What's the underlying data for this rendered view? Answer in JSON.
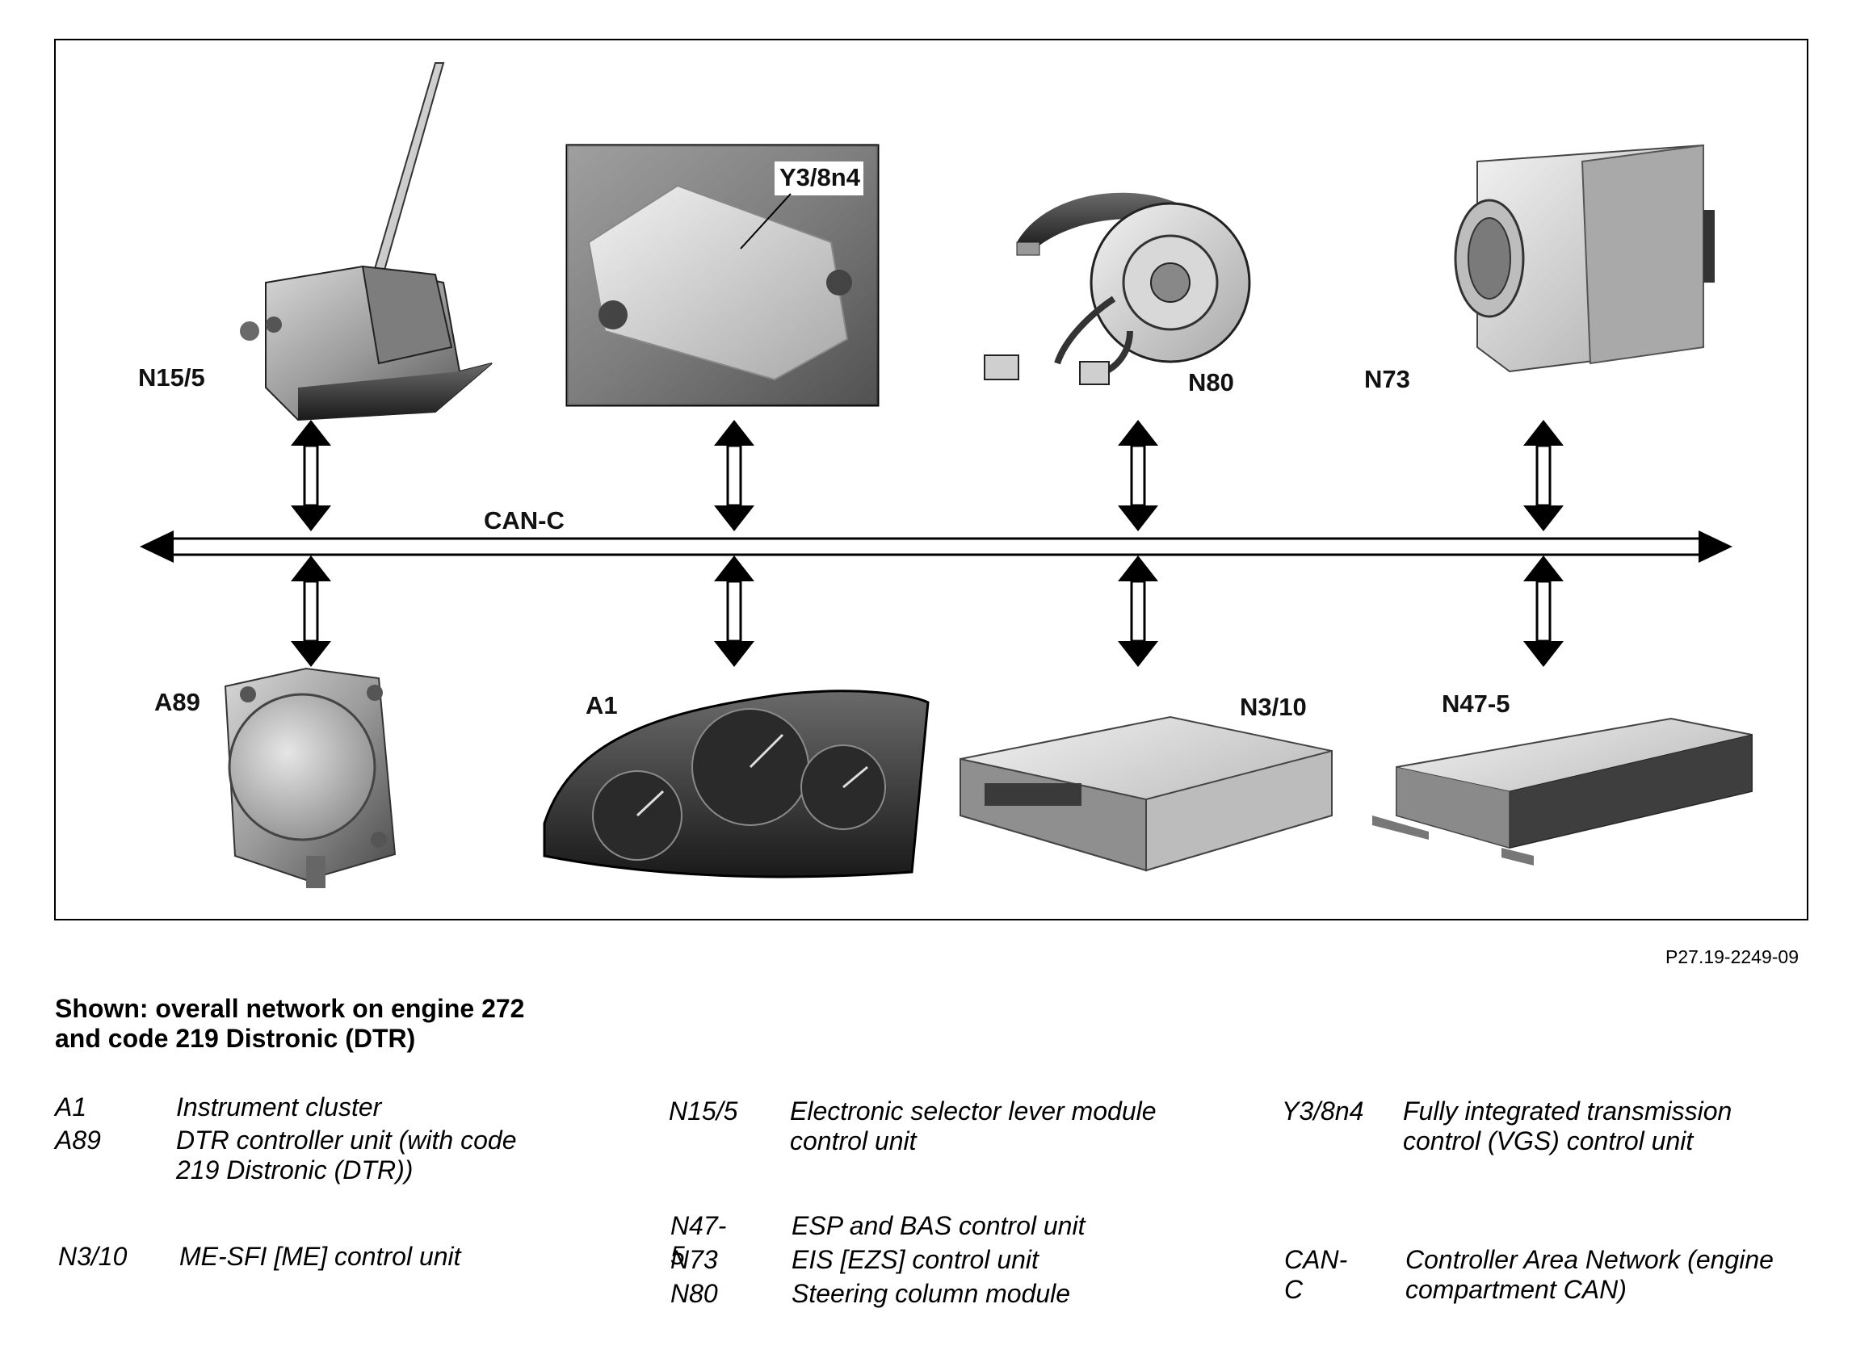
{
  "figure_ref": "P27.19-2249-09",
  "caption": {
    "line1": "Shown: overall network on engine 272",
    "line2": "and code 219 Distronic (DTR)"
  },
  "bus": {
    "label": "CAN-C"
  },
  "components": {
    "top": [
      "N15/5",
      "Y3/8n4",
      "N80",
      "N73"
    ],
    "bottom": [
      "A89",
      "A1",
      "N3/10",
      "N47-5"
    ]
  },
  "legend": [
    {
      "code": "A1",
      "desc": "Instrument cluster"
    },
    {
      "code": "A89",
      "desc_line1": "DTR controller unit (with code",
      "desc_line2": "219 Distronic (DTR))"
    },
    {
      "code": "N3/10",
      "desc": "ME-SFI [ME] control unit"
    },
    {
      "code": "N15/5",
      "desc_line1": "Electronic selector lever module",
      "desc_line2": "control unit"
    },
    {
      "code": "N47-5",
      "desc": "ESP and BAS control unit"
    },
    {
      "code": "N73",
      "desc": "EIS [EZS] control unit"
    },
    {
      "code": "N80",
      "desc": "Steering column module"
    },
    {
      "code": "Y3/8n4",
      "desc_line1": "Fully integrated transmission",
      "desc_line2": "control (VGS) control unit"
    },
    {
      "code": "CAN-C",
      "desc_line1": "Controller Area Network (engine",
      "desc_line2": "compartment CAN)"
    }
  ]
}
